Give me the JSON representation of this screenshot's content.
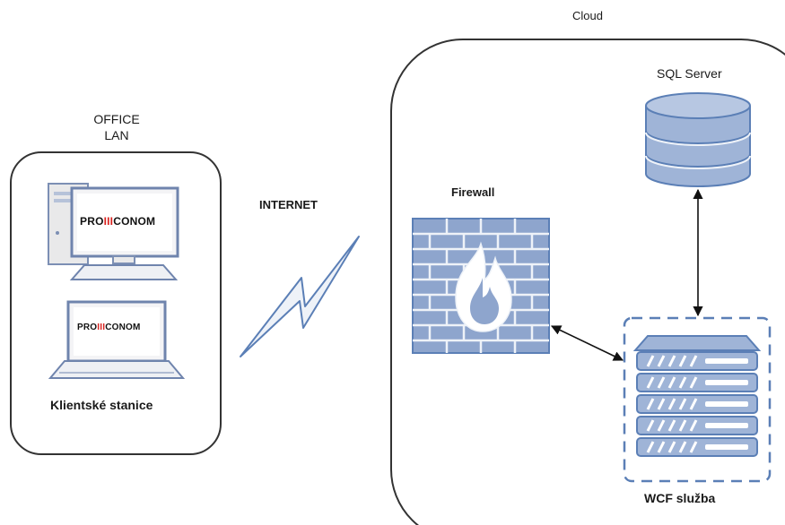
{
  "office": {
    "title_line1": "OFFICE",
    "title_line2": "LAN",
    "clients_label": "Klientské stanice",
    "brand_prefix": "PRO",
    "brand_mid": "III",
    "brand_suffix": "CONOM",
    "border_color": "#333333"
  },
  "internet": {
    "label": "INTERNET",
    "link_color": "#5b7fb6"
  },
  "cloud": {
    "label": "Cloud",
    "firewall_label": "Firewall",
    "sql_label": "SQL Server",
    "wcf_label": "WCF služba",
    "node_color": "#5b7fb6",
    "node_fill": "#9fb4d7"
  },
  "icons": [
    "desktop-computer-icon",
    "laptop-icon",
    "lightning-link-icon",
    "firewall-icon",
    "database-icon",
    "server-rack-icon"
  ]
}
